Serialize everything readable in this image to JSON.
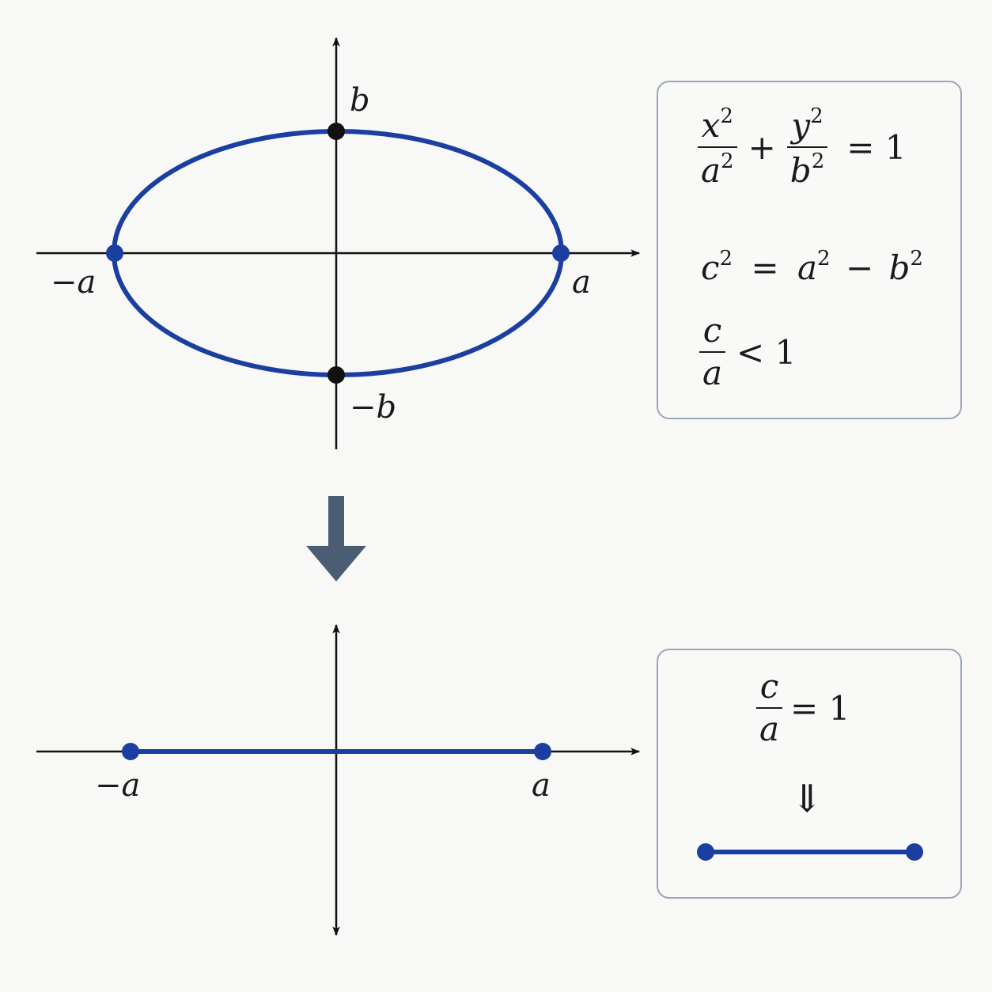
{
  "top_diagram": {
    "labels": {
      "b": "b",
      "neg_b": "−b",
      "a": "a",
      "neg_a": "−a"
    },
    "colors": {
      "curve": "#1a3fa0",
      "axis": "#111111",
      "vertex": "#111111"
    }
  },
  "top_box": {
    "eq1": {
      "x": "x",
      "a": "a",
      "y": "y",
      "b": "b",
      "exp": "2",
      "plus": "+",
      "equals": "= 1"
    },
    "eq2": {
      "c": "c",
      "exp": "2",
      "equals": "=",
      "a": "a",
      "minus": "−",
      "b": "b"
    },
    "eq3": {
      "num": "c",
      "den": "a",
      "rel": "< 1"
    }
  },
  "transition": {
    "arrow": "down-arrow-icon",
    "color": "#4a5d72"
  },
  "bottom_diagram": {
    "labels": {
      "neg_a": "−a",
      "a": "a"
    }
  },
  "bottom_box": {
    "eq": {
      "num": "c",
      "den": "a",
      "rel": "= 1"
    },
    "implies": "⇓"
  }
}
